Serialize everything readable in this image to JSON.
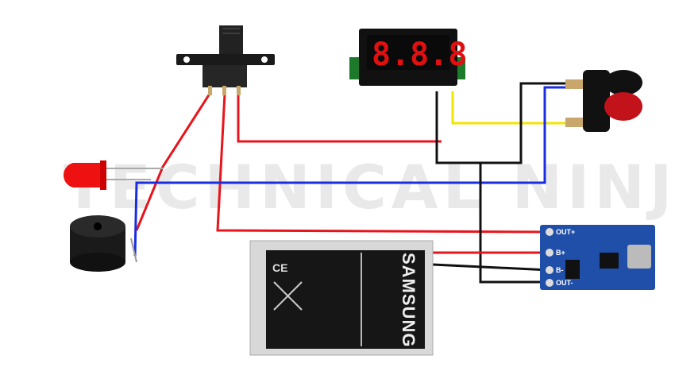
{
  "watermark": "TECHNICAL NINJA",
  "battery": {
    "brand": "SAMSUNG"
  },
  "voltmeter": {
    "reading": "8.8.8"
  },
  "charger_module": {
    "pins": [
      "OUT+",
      "B+",
      "B-",
      "OUT-"
    ]
  },
  "colors": {
    "red_wire": "#e8141c",
    "black_wire": "#111111",
    "blue_wire": "#1a2ee0",
    "yellow_wire": "#f2e600",
    "module": "#1f4fa8"
  }
}
